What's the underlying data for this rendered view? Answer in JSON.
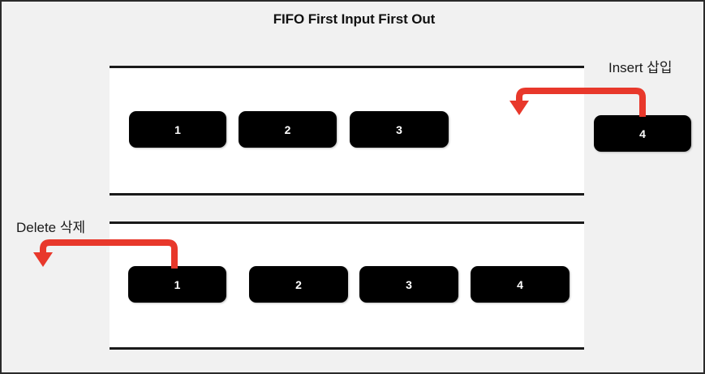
{
  "diagram": {
    "title": "FIFO First Input First Out",
    "accent_color": "#E8382B",
    "box_color": "#000000",
    "panel_color": "#ffffff",
    "background_color": "#f1f1f1",
    "border_color": "#2b2b2b"
  },
  "insert_section": {
    "label": "Insert 삽입",
    "queue": [
      {
        "value": "1"
      },
      {
        "value": "2"
      },
      {
        "value": "3"
      }
    ],
    "incoming": {
      "value": "4"
    },
    "arrow": {
      "name": "insert-arrow",
      "direction": "right-to-left"
    }
  },
  "delete_section": {
    "label": "Delete 삭제",
    "queue": [
      {
        "value": "1"
      },
      {
        "value": "2"
      },
      {
        "value": "3"
      },
      {
        "value": "4"
      }
    ],
    "arrow": {
      "name": "delete-arrow",
      "direction": "right-to-left"
    }
  }
}
